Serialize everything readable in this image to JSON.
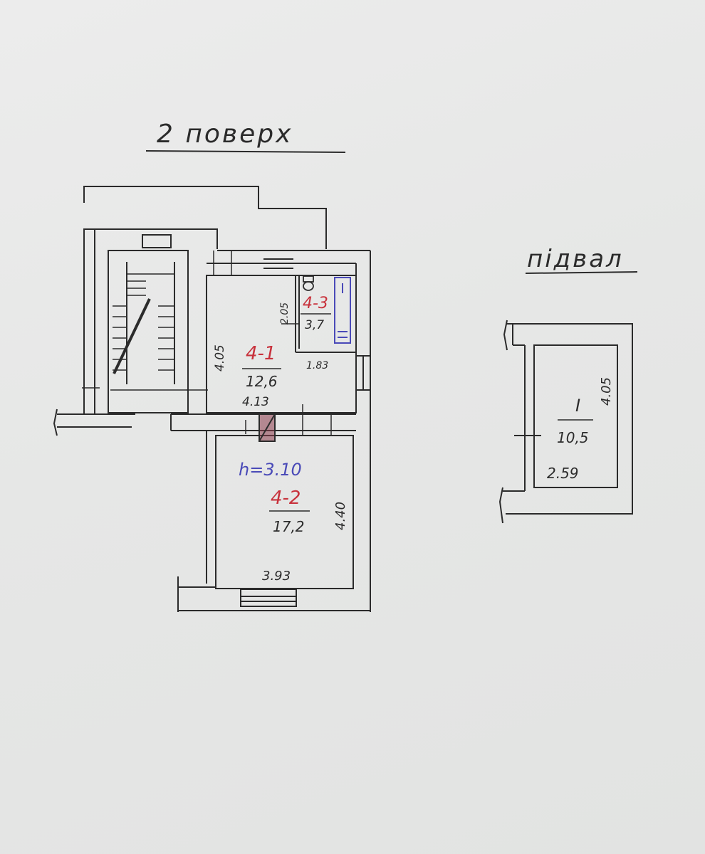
{
  "headings": {
    "floor": "2 поверх",
    "basement": "підвал"
  },
  "rooms": {
    "r41": {
      "id": "4-1",
      "area": "12,6",
      "dim_h": "4.05",
      "dim_w": "4.13"
    },
    "r42": {
      "id": "4-2",
      "area": "17,2",
      "height_note": "h=3.10",
      "dim_h": "4.40",
      "dim_w": "3.93"
    },
    "r43": {
      "id": "4-3",
      "area": "3,7",
      "dim_h": "2.05",
      "dim_w": "1.83"
    },
    "basement": {
      "id": "I",
      "area": "10,5",
      "dim_h": "4.05",
      "dim_w": "2.59"
    }
  },
  "colors": {
    "ink": "#2b2b2b",
    "room_number": "#c8323c",
    "height_note": "#4a4ab8",
    "fixture": "#4a4ab8",
    "chimney": "#8a3a4a",
    "paper": "#e8e8e7"
  }
}
